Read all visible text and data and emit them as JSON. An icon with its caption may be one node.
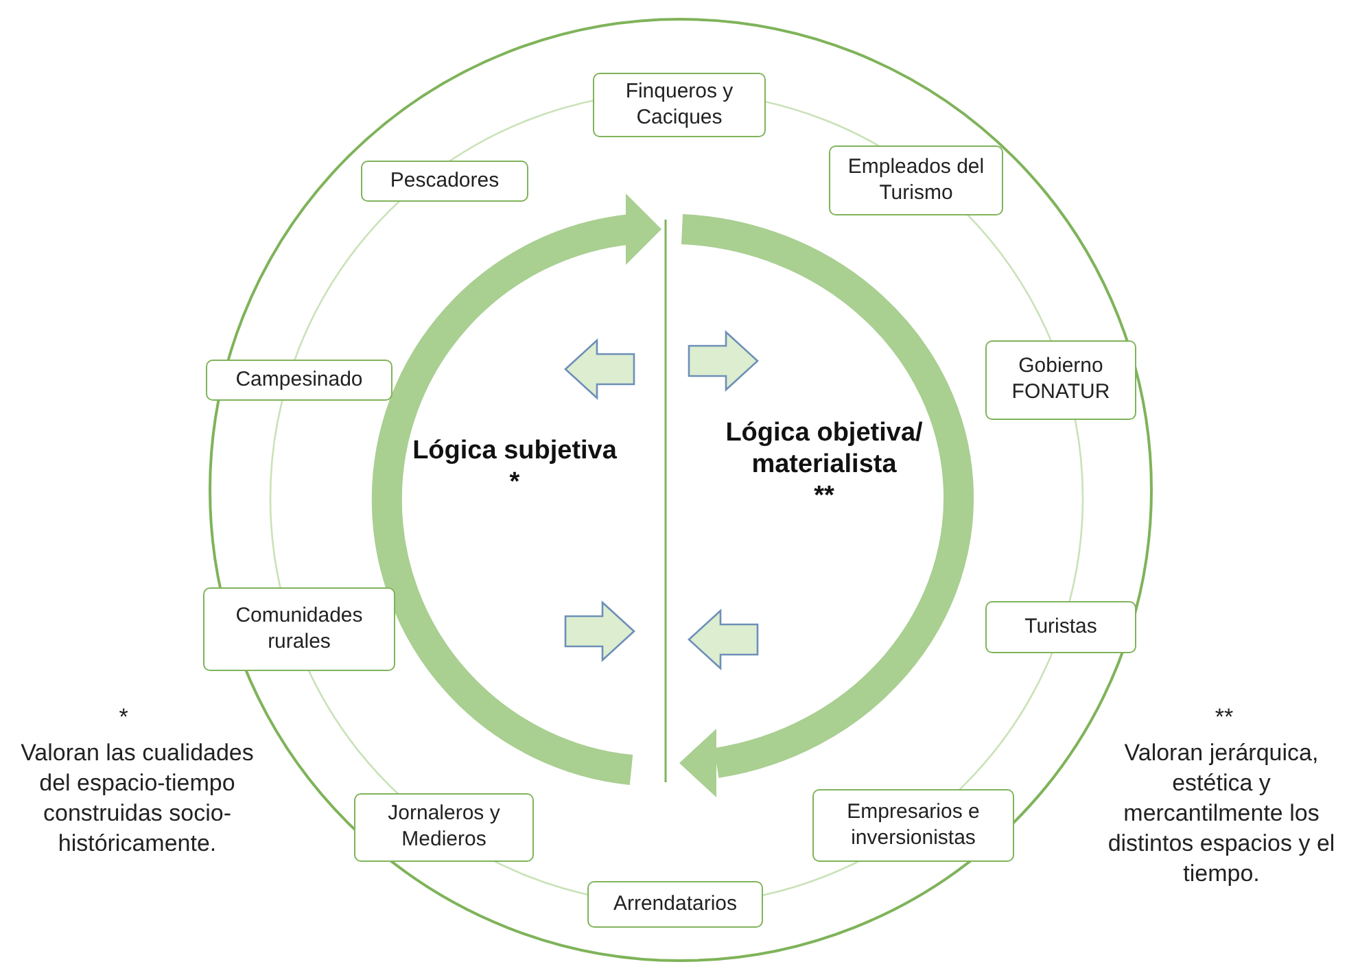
{
  "diagram": {
    "nodes": [
      {
        "text": [
          "Finqueros y Caciques"
        ]
      },
      {
        "text": [
          "Pescadores"
        ]
      },
      {
        "text": [
          "Empleados del Turismo"
        ]
      },
      {
        "text": [
          "Campesinado"
        ]
      },
      {
        "text": [
          "Gobierno FONATUR"
        ]
      },
      {
        "text": [
          "Lógica subjetiva",
          "*"
        ]
      },
      {
        "text": [
          "Lógica objetiva/ materialista",
          "**"
        ]
      },
      {
        "text": [
          "Comunidades rurales"
        ]
      },
      {
        "text": [
          "Turistas"
        ]
      },
      {
        "text": [
          "Jornaleros y Medieros"
        ]
      },
      {
        "text": [
          "Empresarios e inversionistas"
        ]
      },
      {
        "text": [
          "Arrendatarios"
        ]
      }
    ],
    "labels": [
      "*",
      "Valoran las cualidades del espacio-tiempo construidas socio-históricamente.",
      "**",
      "Valoran jerárquica, estética y mercantilmente los distintos espacios y el tiempo."
    ]
  }
}
